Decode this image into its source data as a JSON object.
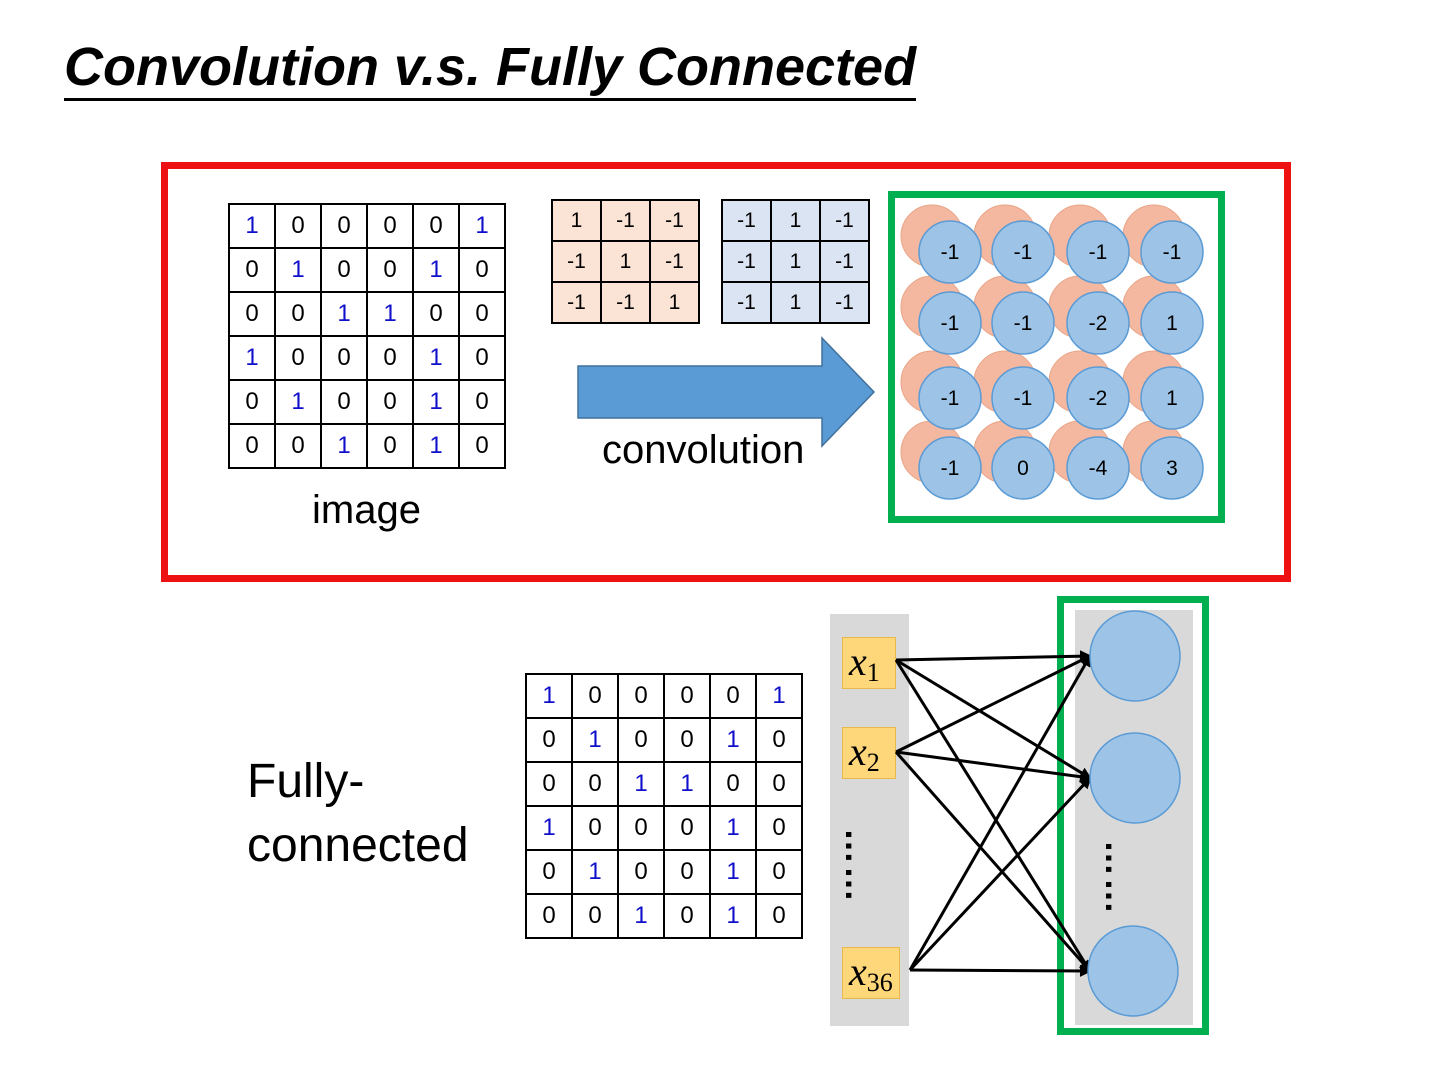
{
  "title": "Convolution v.s. Fully Connected",
  "image_matrix": [
    [
      1,
      0,
      0,
      0,
      0,
      1
    ],
    [
      0,
      1,
      0,
      0,
      1,
      0
    ],
    [
      0,
      0,
      1,
      1,
      0,
      0
    ],
    [
      1,
      0,
      0,
      0,
      1,
      0
    ],
    [
      0,
      1,
      0,
      0,
      1,
      0
    ],
    [
      0,
      0,
      1,
      0,
      1,
      0
    ]
  ],
  "filter1": [
    [
      1,
      -1,
      -1
    ],
    [
      -1,
      1,
      -1
    ],
    [
      -1,
      -1,
      1
    ]
  ],
  "filter2": [
    [
      -1,
      1,
      -1
    ],
    [
      -1,
      1,
      -1
    ],
    [
      -1,
      1,
      -1
    ]
  ],
  "feature_map": [
    [
      -1,
      -1,
      -1,
      -1
    ],
    [
      -1,
      -1,
      -2,
      1
    ],
    [
      -1,
      -1,
      -2,
      1
    ],
    [
      -1,
      0,
      -4,
      3
    ]
  ],
  "labels": {
    "image": "image",
    "convolution": "convolution",
    "fully_connected_line1": "Fully-",
    "fully_connected_line2": "connected",
    "dots": "……"
  },
  "inputs": [
    {
      "base": "x",
      "sub": "1"
    },
    {
      "base": "x",
      "sub": "2"
    },
    {
      "base": "x",
      "sub": "36"
    }
  ],
  "colors": {
    "red_box": "#ee1111",
    "green_box": "#00b050",
    "one_digit": "#1010cc",
    "filter1_bg": "#fbe3d5",
    "filter2_bg": "#dbe4f3",
    "blue_neuron": "#9dc3e6",
    "orange_neuron": "#f4b8a0",
    "arrow": "#5b9bd5",
    "input_label": "#fdd77a"
  }
}
